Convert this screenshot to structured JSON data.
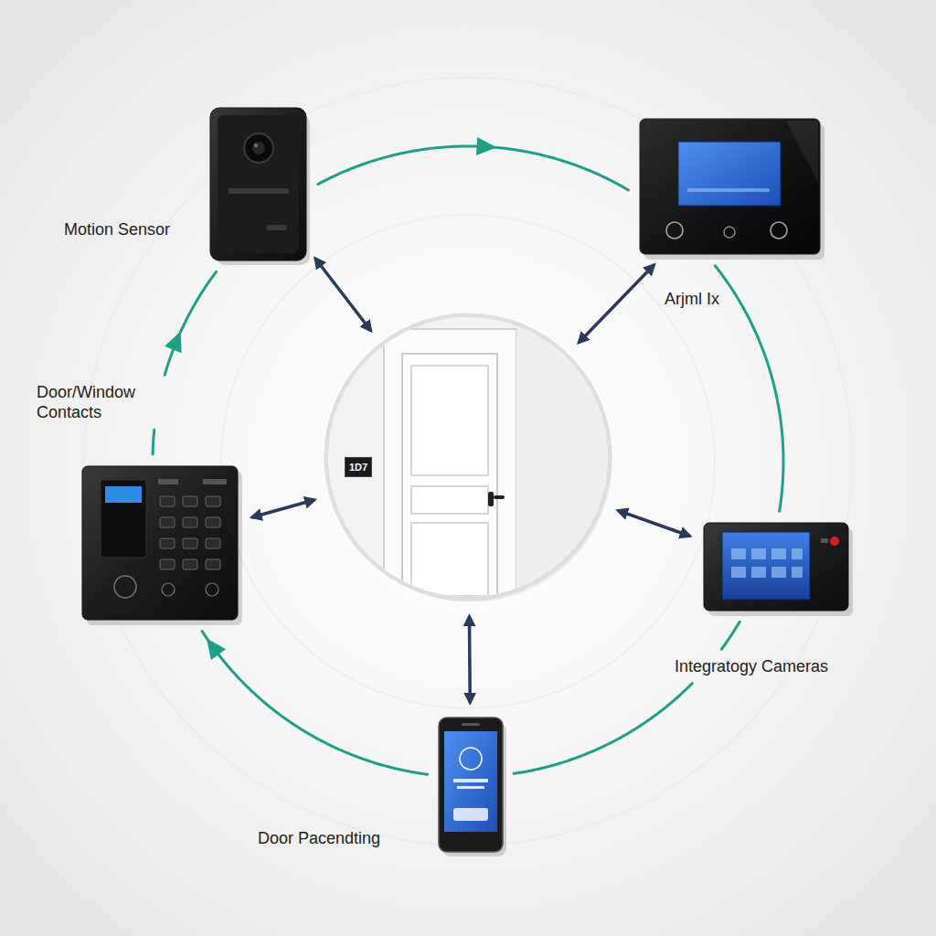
{
  "diagram": {
    "nodes": [
      {
        "text": [
          "Motion Sensor"
        ]
      },
      {
        "text": [
          "Arjml Ix"
        ]
      },
      {
        "text": [
          "Door/Window Contacts"
        ]
      },
      {
        "text": [
          "1D7"
        ]
      },
      {
        "text": [
          "Integratogy Cameras"
        ]
      },
      {
        "text": [
          "Door Pacendting"
        ]
      }
    ],
    "edges": [
      {
        "from": 3,
        "to": 0,
        "arrow": "both"
      },
      {
        "from": 3,
        "to": 1,
        "arrow": "both"
      },
      {
        "from": 3,
        "to": 2,
        "arrow": "both"
      },
      {
        "from": 3,
        "to": 4,
        "arrow": "both"
      },
      {
        "from": 3,
        "to": 5,
        "arrow": "both"
      },
      {
        "from": 0,
        "to": 1,
        "arrow": "to"
      },
      {
        "from": 1,
        "to": 4,
        "arrow": "none"
      },
      {
        "from": 4,
        "to": 5,
        "arrow": "none"
      },
      {
        "from": 5,
        "to": 2,
        "arrow": "to"
      },
      {
        "from": 2,
        "to": 0,
        "arrow": "to"
      }
    ]
  }
}
